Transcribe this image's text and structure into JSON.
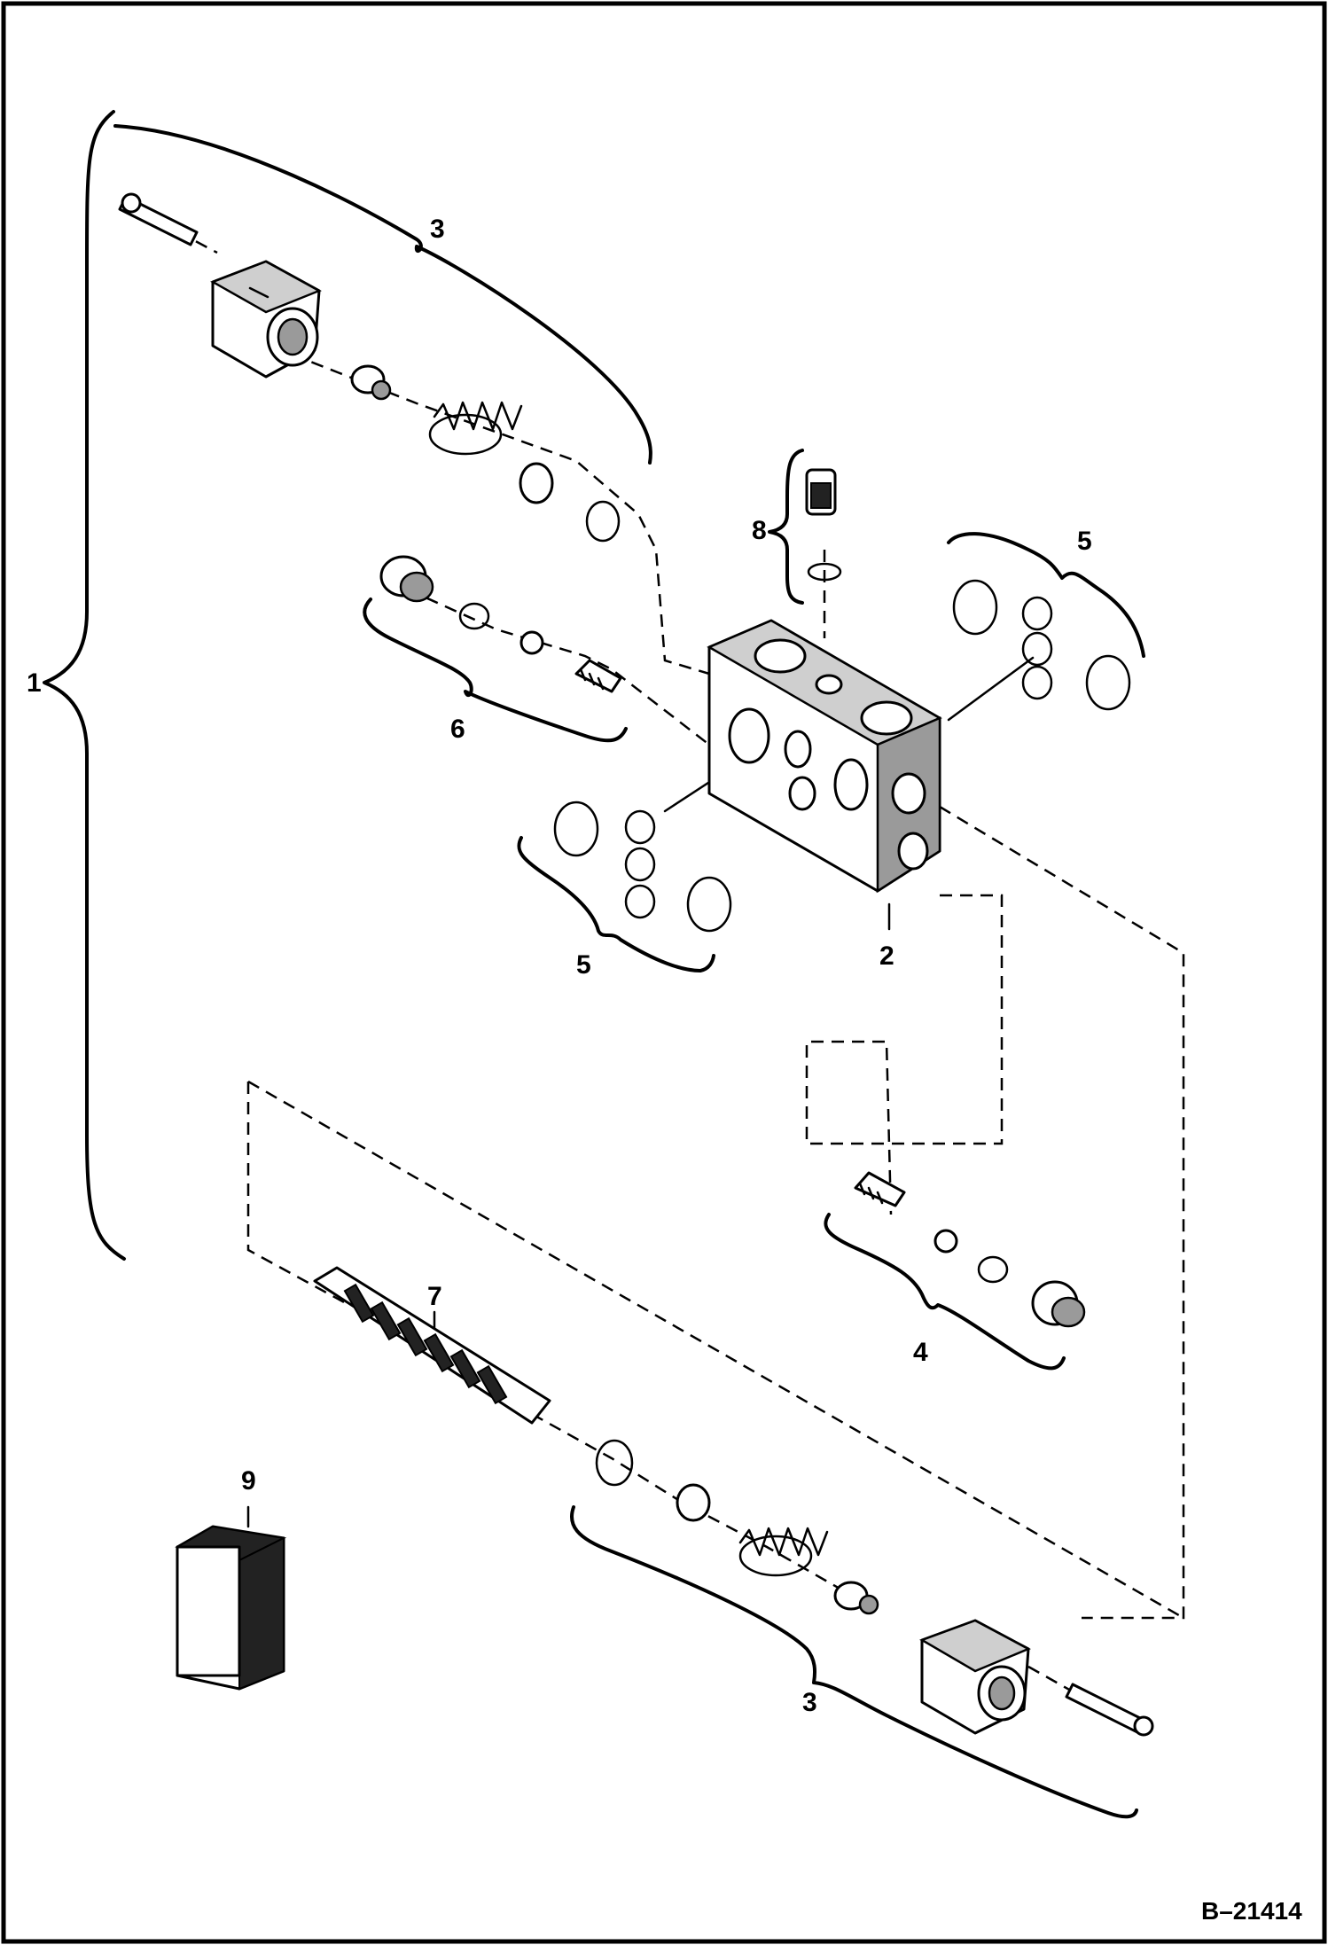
{
  "diagram": {
    "reference_number": "B–21414",
    "part_labels": [
      "1",
      "2",
      "3",
      "3",
      "4",
      "5",
      "5",
      "6",
      "7",
      "8",
      "9"
    ]
  }
}
